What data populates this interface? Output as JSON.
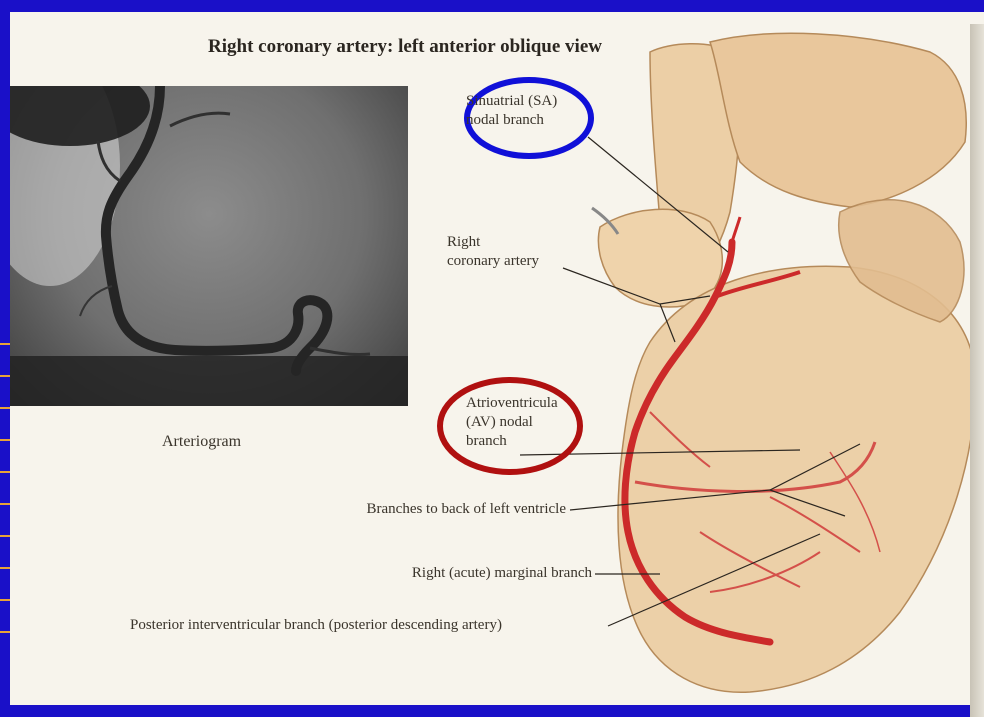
{
  "title": "Right coronary artery: left anterior oblique view",
  "arteriogram_caption": "Arteriogram",
  "labels": {
    "sa_nodal": [
      "Sinuatrial (SA)",
      "nodal branch"
    ],
    "right_coronary": [
      "Right",
      "coronary artery"
    ],
    "av_nodal": [
      "Atrioventricula",
      "(AV) nodal",
      "branch"
    ],
    "branches_back": "Branches to back of left ventricle",
    "right_marginal": "Right (acute) marginal branch",
    "posterior_interventricular": "Posterior interventricular branch (posterior descending artery)"
  },
  "colors": {
    "slide_background": "#1a10c8",
    "page": "#f7f4ec",
    "sa_circle": "#1010d8",
    "av_circle": "#b01010",
    "artery": "#cc2a2a",
    "heart": "#e8c9a0"
  }
}
